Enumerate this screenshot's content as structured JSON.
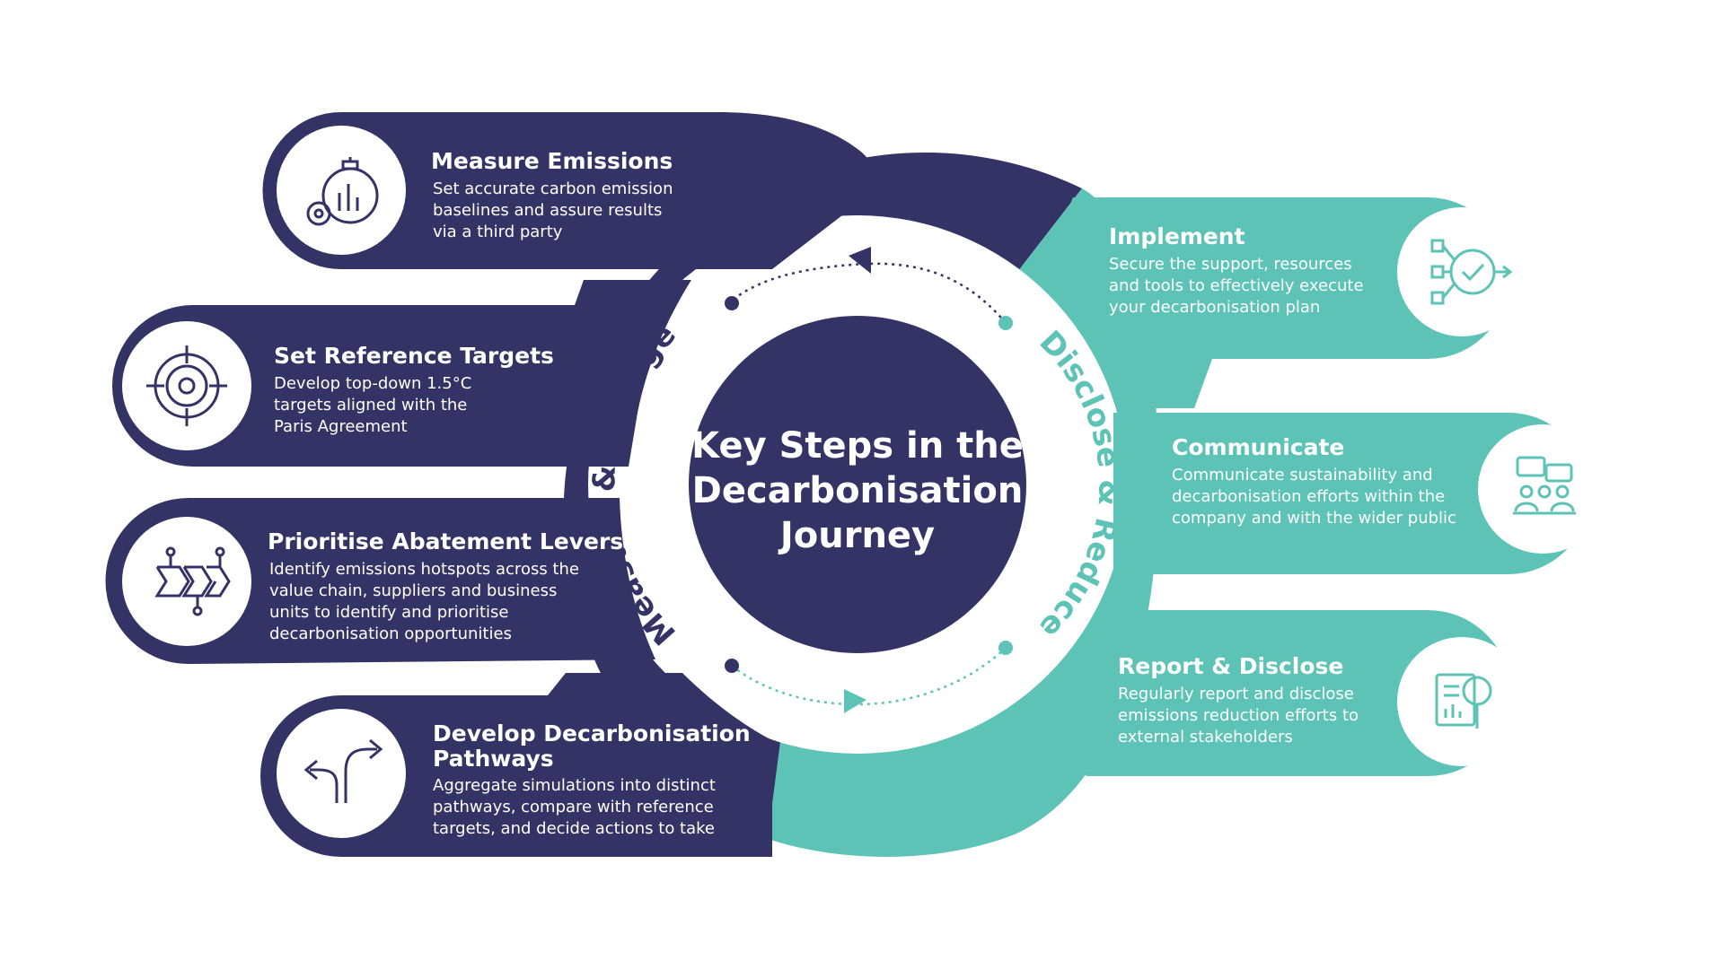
{
  "colors": {
    "navy": "#333366",
    "teal": "#5cc3b6",
    "white": "#ffffff"
  },
  "center": {
    "title_lines": [
      "Key Steps in the",
      "Decarbonisation",
      "Journey"
    ]
  },
  "arc_labels": {
    "left": "Measure & Manage",
    "right": "Disclose & Reduce"
  },
  "steps": {
    "measure": {
      "title": "Measure Emissions",
      "desc": [
        "Set accurate carbon emission",
        "baselines and assure results",
        "via a third party"
      ],
      "icon": "stopwatch-gear-icon"
    },
    "targets": {
      "title": "Set Reference Targets",
      "desc": [
        "Develop top-down 1.5°C",
        "targets aligned with the",
        "Paris Agreement"
      ],
      "icon": "target-icon"
    },
    "levers": {
      "title": "Prioritise Abatement Levers",
      "desc": [
        "Identify emissions hotspots across the",
        "value chain, suppliers and business",
        "units to identify and prioritise",
        "decarbonisation opportunities"
      ],
      "icon": "process-chevrons-icon"
    },
    "pathways": {
      "title_lines": [
        "Develop Decarbonisation",
        "Pathways"
      ],
      "desc": [
        "Aggregate simulations into distinct",
        "pathways, compare with reference",
        "targets, and decide actions to take"
      ],
      "icon": "split-arrows-icon"
    },
    "implement": {
      "title": "Implement",
      "desc": [
        "Secure the support, resources",
        "and tools to effectively execute",
        "your decarbonisation plan"
      ],
      "icon": "workflow-check-icon"
    },
    "communicate": {
      "title": "Communicate",
      "desc": [
        "Communicate sustainability and",
        "decarbonisation efforts within the",
        "company and with the wider public"
      ],
      "icon": "meeting-chat-icon"
    },
    "report": {
      "title": "Report & Disclose",
      "desc": [
        "Regularly report and disclose",
        "emissions reduction efforts to",
        "external stakeholders"
      ],
      "icon": "report-magnifier-icon"
    }
  }
}
